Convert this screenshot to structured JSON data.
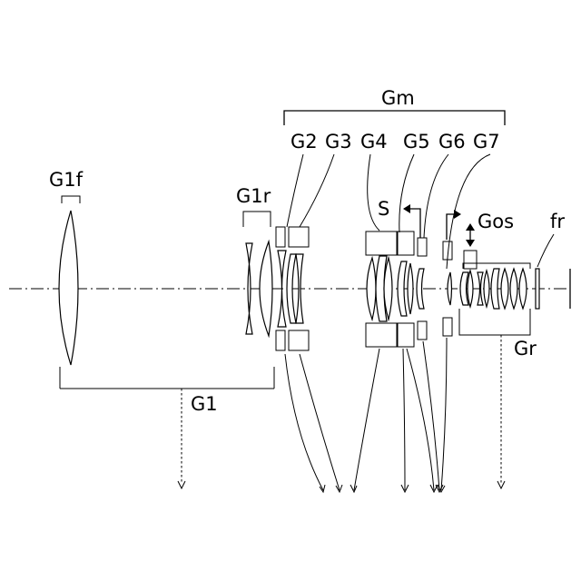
{
  "labels": {
    "gm": "Gm",
    "g1f": "G1f",
    "g1r": "G1r",
    "g1": "G1",
    "g2": "G2",
    "g3": "G3",
    "g4": "G4",
    "g5": "G5",
    "g6": "G6",
    "g7": "G7",
    "s": "S",
    "gos": "Gos",
    "fr": "fr",
    "gr": "Gr"
  }
}
